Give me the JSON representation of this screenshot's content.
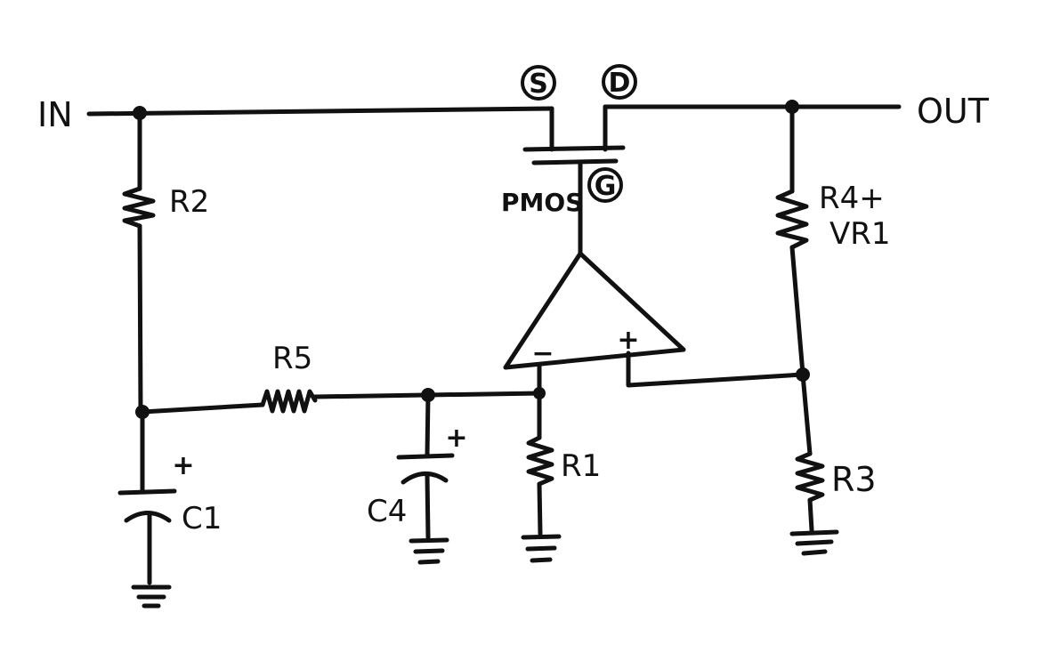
{
  "ports": {
    "input": "IN",
    "output": "OUT"
  },
  "components": {
    "r2": "R2",
    "r5": "R5",
    "r1": "R1",
    "r3": "R3",
    "r4_line1": "R4+",
    "r4_line2": "VR1",
    "c1": "C1",
    "c4": "C4",
    "pmos": "PMOS"
  },
  "pmos_pins": {
    "source": "S",
    "drain": "D",
    "gate": "G"
  },
  "opamp": {
    "inverting": "−",
    "non_inverting": "+"
  },
  "capacitor_polarity": {
    "c1": "+",
    "c4": "+"
  }
}
